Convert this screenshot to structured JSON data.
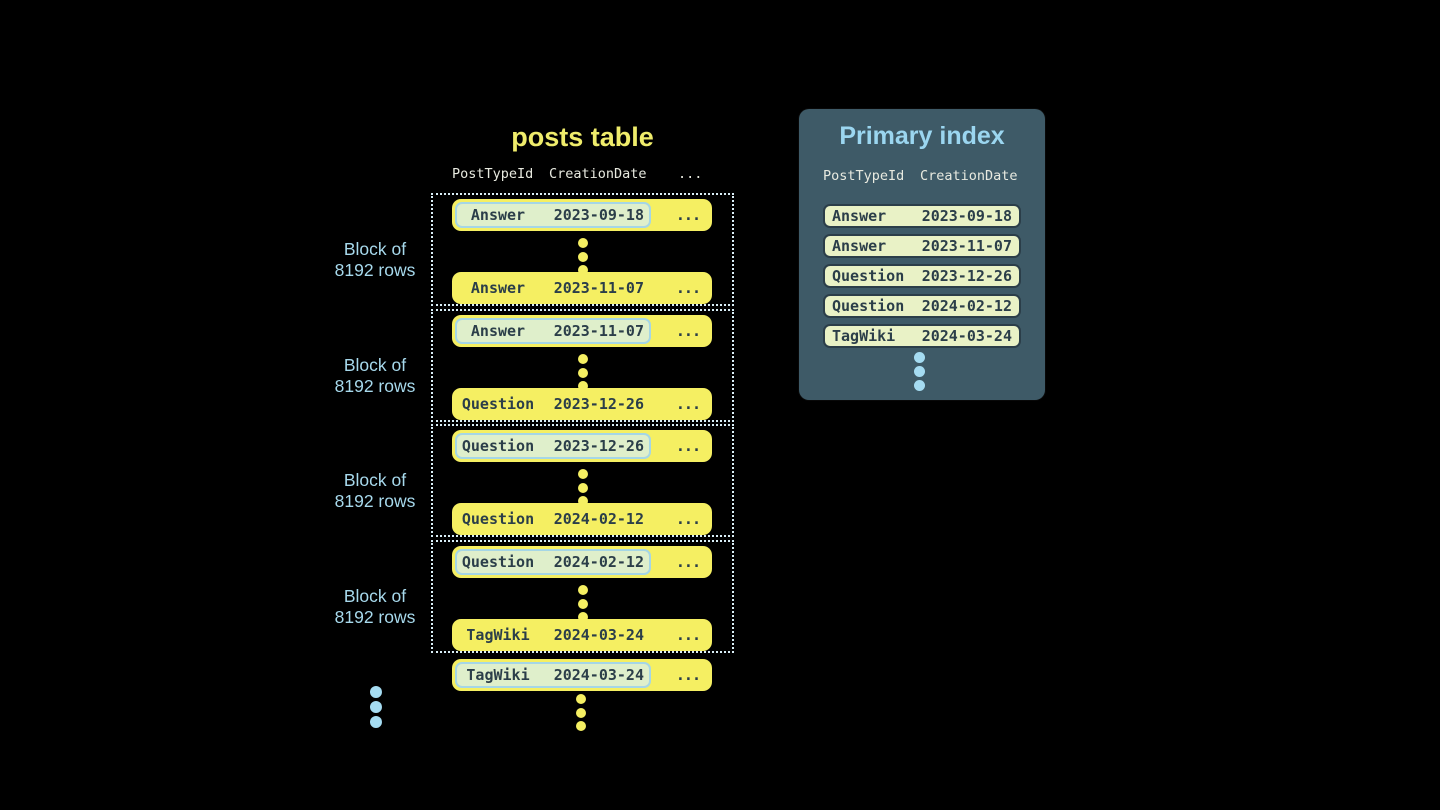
{
  "colors": {
    "background": "#000000",
    "row_yellow": "#F5EF62",
    "title_yellow": "#EFEC6B",
    "dark_text": "#2B3E49",
    "highlight_bg": "#DFEFCB",
    "highlight_border": "#A5D6E6",
    "dotted_border": "#D9EEF6",
    "light_blue_text": "#A7D9EC",
    "blue_dot": "#A5DCF2",
    "panel_bg": "#3E5A67",
    "panel_title": "#9BD6F0",
    "offwhite_text": "#E8EAE0",
    "index_row_bg": "#E9F2C6"
  },
  "posts_table": {
    "title": "posts table",
    "headers": [
      "PostTypeId",
      "CreationDate",
      "..."
    ],
    "block_label": [
      "Block of",
      "8192 rows"
    ],
    "row_ellipsis": "...",
    "blocks": [
      {
        "rows": [
          {
            "type": "Answer",
            "date": "2023-09-18",
            "highlighted": true
          },
          {
            "type": "Answer",
            "date": "2023-11-07",
            "highlighted": false
          }
        ]
      },
      {
        "rows": [
          {
            "type": "Answer",
            "date": "2023-11-07",
            "highlighted": true
          },
          {
            "type": "Question",
            "date": "2023-12-26",
            "highlighted": false
          }
        ]
      },
      {
        "rows": [
          {
            "type": "Question",
            "date": "2023-12-26",
            "highlighted": true
          },
          {
            "type": "Question",
            "date": "2024-02-12",
            "highlighted": false
          }
        ]
      },
      {
        "rows": [
          {
            "type": "Question",
            "date": "2024-02-12",
            "highlighted": true
          },
          {
            "type": "TagWiki",
            "date": "2024-03-24",
            "highlighted": false
          }
        ]
      }
    ],
    "overflow_row": {
      "type": "TagWiki",
      "date": "2024-03-24",
      "highlighted": true
    }
  },
  "primary_index": {
    "title": "Primary index",
    "headers": [
      "PostTypeId",
      "CreationDate"
    ],
    "rows": [
      {
        "type": "Answer",
        "date": "2023-09-18"
      },
      {
        "type": "Answer",
        "date": "2023-11-07"
      },
      {
        "type": "Question",
        "date": "2023-12-26"
      },
      {
        "type": "Question",
        "date": "2024-02-12"
      },
      {
        "type": "TagWiki",
        "date": "2024-03-24"
      }
    ]
  }
}
